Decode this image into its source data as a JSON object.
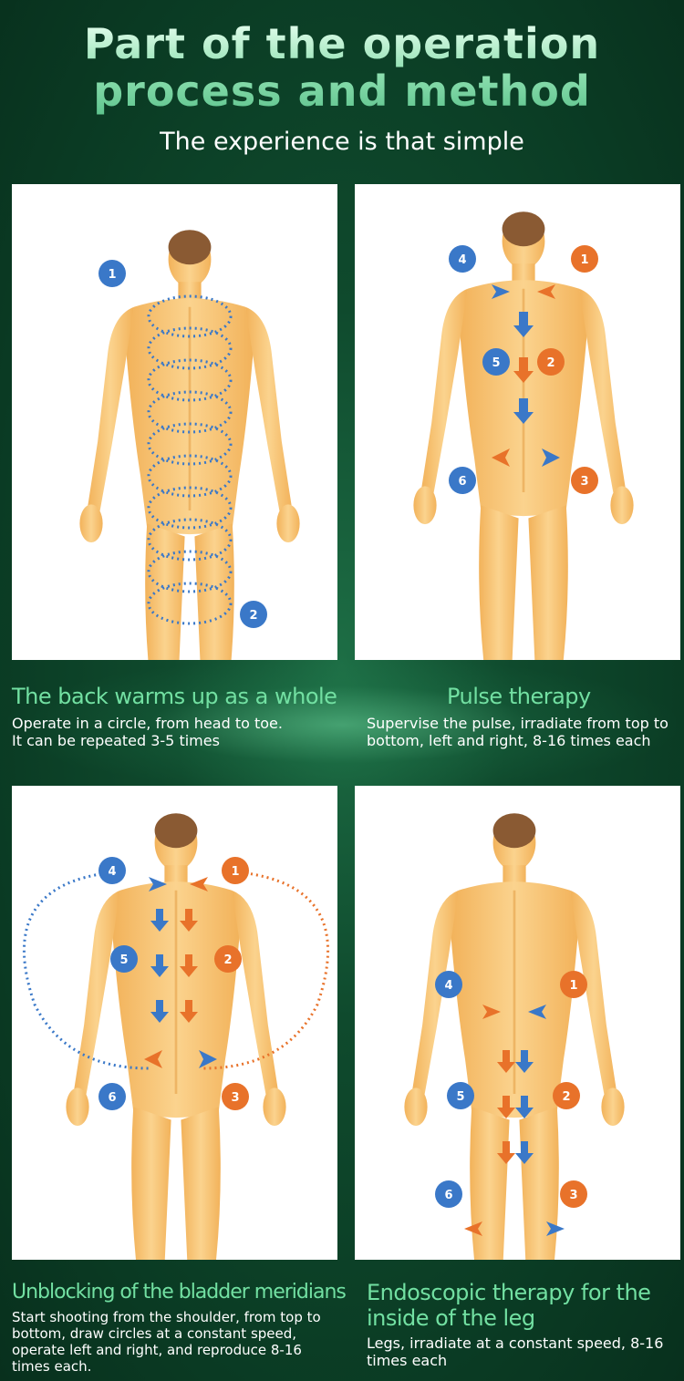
{
  "header": {
    "title_line1": "Part of the operation",
    "title_line2": "process and method",
    "subtitle": "The experience is that simple"
  },
  "colors": {
    "blue_marker": "#3a78c8",
    "orange_marker": "#e8722a",
    "caption_title": "#72e0a2",
    "background": "#0f4a2d"
  },
  "panels": [
    {
      "title": "The back warms up as a whole",
      "description_line1": "Operate in a circle, from head to toe.",
      "description_line2": "It can be repeated 3-5 times",
      "markers": [
        {
          "num": "1",
          "color": "blue"
        },
        {
          "num": "2",
          "color": "blue"
        }
      ]
    },
    {
      "title": "Pulse therapy",
      "description_line1": "Supervise the pulse, irradiate from top to",
      "description_line2": "bottom, left and right, 8-16 times each",
      "markers": [
        {
          "num": "1",
          "color": "orange"
        },
        {
          "num": "2",
          "color": "orange"
        },
        {
          "num": "3",
          "color": "orange"
        },
        {
          "num": "4",
          "color": "blue"
        },
        {
          "num": "5",
          "color": "blue"
        },
        {
          "num": "6",
          "color": "blue"
        }
      ]
    },
    {
      "title": "Unblocking of the bladder meridians",
      "description_line1": "Start shooting from the shoulder, from top to",
      "description_line2": "bottom, draw circles at a constant speed,",
      "description_line3": "operate left and right, and reproduce 8-16",
      "description_line4": "times each.",
      "markers": [
        {
          "num": "1",
          "color": "orange"
        },
        {
          "num": "2",
          "color": "orange"
        },
        {
          "num": "3",
          "color": "orange"
        },
        {
          "num": "4",
          "color": "blue"
        },
        {
          "num": "5",
          "color": "blue"
        },
        {
          "num": "6",
          "color": "blue"
        }
      ]
    },
    {
      "title_line1": "Endoscopic therapy for the",
      "title_line2": "inside of the leg",
      "description_line1": "Legs, irradiate at a constant speed, 8-16",
      "description_line2": "times each",
      "markers": [
        {
          "num": "1",
          "color": "orange"
        },
        {
          "num": "2",
          "color": "orange"
        },
        {
          "num": "3",
          "color": "orange"
        },
        {
          "num": "4",
          "color": "blue"
        },
        {
          "num": "5",
          "color": "blue"
        },
        {
          "num": "6",
          "color": "blue"
        }
      ]
    }
  ]
}
